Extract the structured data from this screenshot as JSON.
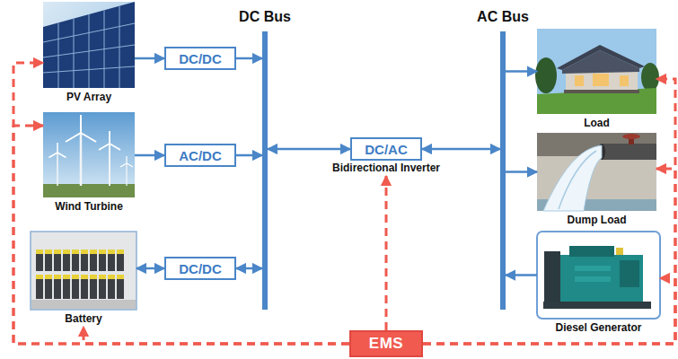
{
  "diagram": {
    "nodes": [
      {
        "text": [
          "DC Bus"
        ]
      },
      {
        "text": [
          "AC Bus"
        ]
      },
      {
        "text": [
          "PV Array"
        ]
      },
      {
        "text": [
          "DC/DC"
        ]
      },
      {
        "text": [
          "Load"
        ]
      },
      {
        "text": [
          "Wind Turbine"
        ]
      },
      {
        "text": [
          "AC/DC"
        ]
      },
      {
        "text": [
          "DC/AC",
          "Bidirectional Inverter"
        ]
      },
      {
        "text": [
          "Dump Load"
        ]
      },
      {
        "text": [
          "Battery"
        ]
      },
      {
        "text": [
          "DC/DC"
        ]
      },
      {
        "text": [
          "Diesel Generator"
        ]
      },
      {
        "text": [
          "EMS"
        ]
      }
    ],
    "edges": [
      {
        "from": 2,
        "to": 3,
        "arrow": "to"
      },
      {
        "from": 3,
        "to": 0,
        "arrow": "to"
      },
      {
        "from": 5,
        "to": 6,
        "arrow": "to"
      },
      {
        "from": 6,
        "to": 0,
        "arrow": "to"
      },
      {
        "from": 9,
        "to": 10,
        "arrow": "both"
      },
      {
        "from": 10,
        "to": 0,
        "arrow": "both"
      },
      {
        "from": 0,
        "to": 7,
        "arrow": "both"
      },
      {
        "from": 7,
        "to": 1,
        "arrow": "both"
      },
      {
        "from": 1,
        "to": 4,
        "arrow": "to"
      },
      {
        "from": 1,
        "to": 8,
        "arrow": "to"
      },
      {
        "from": 11,
        "to": 1,
        "arrow": "to"
      },
      {
        "from": 12,
        "to": 2,
        "arrow": "to"
      },
      {
        "from": 12,
        "to": 5,
        "arrow": "to"
      },
      {
        "from": 12,
        "to": 9,
        "arrow": "to"
      },
      {
        "from": 12,
        "to": 7,
        "arrow": "to"
      },
      {
        "from": 12,
        "to": 4,
        "arrow": "to"
      },
      {
        "from": 12,
        "to": 8,
        "arrow": "to"
      },
      {
        "from": 12,
        "to": 11,
        "arrow": "to"
      }
    ]
  }
}
